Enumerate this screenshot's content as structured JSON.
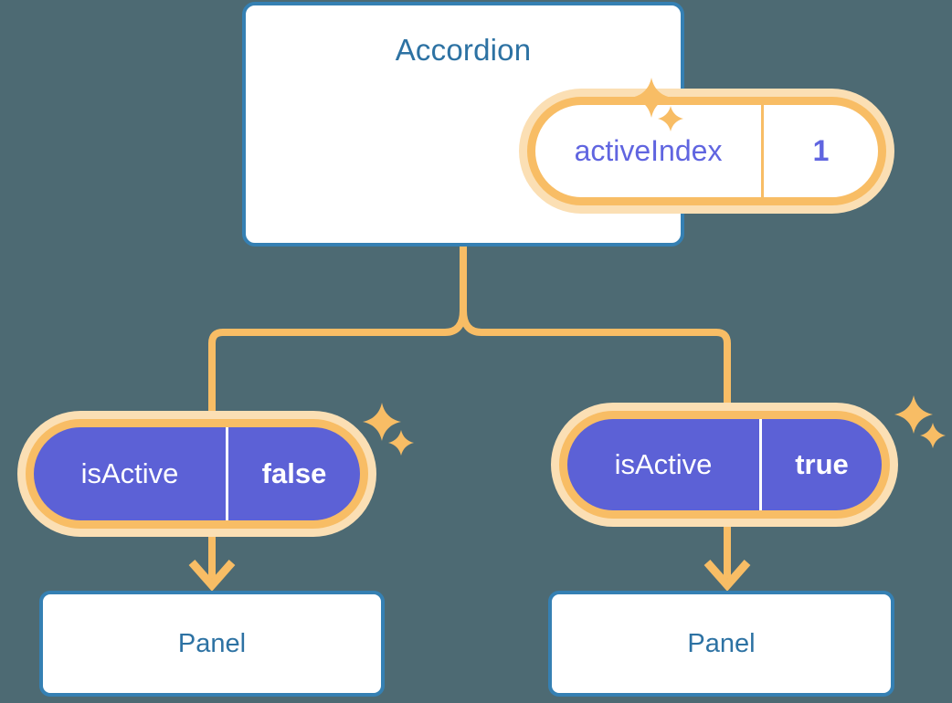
{
  "diagram": {
    "type": "component-tree",
    "background_color": "#4d6a73",
    "accent_orange": "#f8bd65",
    "accent_orange_light": "#fbdfb4",
    "accent_blue": "#3580b3",
    "accent_indigo": "#5c61d6",
    "title_text_color": "#2d72a3",
    "key_text_color": "#6065e0"
  },
  "root": {
    "title": "Accordion",
    "state": {
      "key": "activeIndex",
      "value": "1"
    }
  },
  "branches": [
    {
      "prop": {
        "key": "isActive",
        "value": "false"
      },
      "child": {
        "title": "Panel"
      }
    },
    {
      "prop": {
        "key": "isActive",
        "value": "true"
      },
      "child": {
        "title": "Panel"
      }
    }
  ],
  "icons": {
    "sparkle_large": "sparkle-icon",
    "sparkle_small": "sparkle-icon",
    "arrow_down": "arrow-down-icon"
  }
}
